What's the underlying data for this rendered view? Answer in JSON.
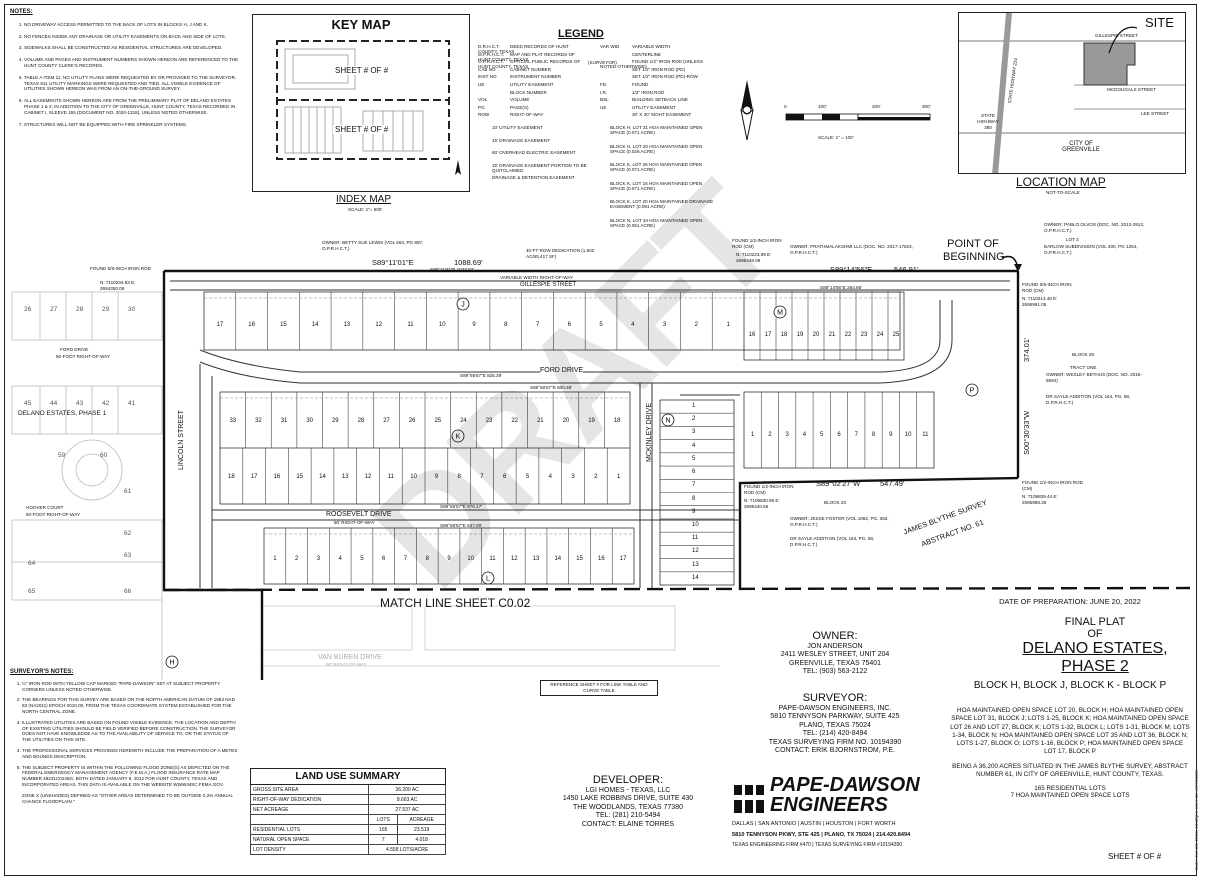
{
  "notes": {
    "title": "NOTES:",
    "items": [
      "NO DRIVEWAY ACCESS PERMITTED TO THE BACK OF LOTS IN BLOCKS H, J AND K.",
      "NO FENCES INSIDE ANY DRAINAGE OR UTILITY EASEMENTS ON BACK AND SIDE OF LOTS.",
      "SIDEWALKS SHALL BE CONSTRUCTED AS RESIDENTIAL STRUCTURES ARE DEVELOPED.",
      "VOLUME AND PAGES AND INSTRUMENT NUMBERS SHOWN HEREON ARE REFERENCED TO THE HUNT COUNTY CLERK'S RECORDS.",
      "TABLE A ITEM 11: NO UTILITY PLANS WERE REQUESTED BY OR PROVIDED TO THE SURVEYOR. TEXAS 811 UTILITY MARKINGS WERE REQUESTED AND TIED. ALL VISIBLE EVIDENCE OF UTILITIES SHOWN HEREON WAS FROM AN ON-THE-GROUND SURVEY.",
      "ALL EASEMENTS SHOWN HEREON ARE FROM THE PRELIMINARY PLAT OF DELANO ESTATES PHASE 1 & 2; IN ADDITION TO THE CITY OF GREENVILLE, HUNT COUNTY, TEXAS RECORDED IN CABINET I, SLEEVE 155 (DOCUMENT NO. 2020-1318), UNLESS NOTED OTHERWISE.",
      "STRUCTURES WILL NOT BE EQUIPPED WITH FIRE SPRINKLER SYSTEMS."
    ]
  },
  "surveyor_notes": {
    "title": "SURVEYOR'S NOTES:",
    "items": [
      "½\" IRON ROD WITH YELLOW CAP MARKED \"PAPE-DAWSON\" SET AT SUBJECT PROPERTY CORNERS UNLESS NOTED OTHERWISE.",
      "THE BEARINGS FOR THIS SURVEY ARE BASED ON THE NORTH AMERICAN DATUM OF 1983 NAD 83 (NA2011) EPOCH 2010.00, FROM THE TEXAS COORDINATE SYSTEM ESTABLISHED FOR THE NORTH CENTRAL ZONE.",
      "ILLUSTRATED UTILITIES ARE BASED ON FOUND VISIBLE EVIDENCE. THE LOCATION AND DEPTH OF EXISTING UTILITIES SHOULD BE FIELD VERIFIED BEFORE CONSTRUCTION. THE SURVEYOR DOES NOT HAVE KNOWLEDGE AS TO THE AVAILABILITY OF SERVICE TO, OR THE STATUS OF THE UTILITIES ON THIS SITE.",
      "THE PROFESSIONAL SERVICES PROVIDED HEREWITH INCLUDE THE PREPARATION OF A METES AND BOUNDS DESCRIPTION.",
      "THE SUBJECT PROPERTY IS WITHIN THE FOLLOWING FLOOD ZONE(S) AS DEPICTED ON THE FEDERAL EMERGENCY MANAGEMENT AGENCY (F.E.M.A.) FLOOD INSURANCE RATE MAP NUMBER 48231C0245G, BOTH DATED JANUARY 6, 2012 FOR HUNT COUNTY, TEXAS AND INCORPORATED AREAS, THIS DATA IS AVAILABLE ON THE WEBSITE WWW.MSC.FEMA.GOV."
    ],
    "zone_note": "ZONE X (UNSHADED) DEFINED AS \"OTHER AREAS DETERMINED TO BE OUTSIDE 0.2% ANNUAL CHANCE FLOODPLAIN.\""
  },
  "keymap": {
    "title": "KEY MAP",
    "sheet1": "SHEET # OF #",
    "sheet2": "SHEET # OF #"
  },
  "index_map": {
    "title": "INDEX MAP",
    "scale": "SCALE: 1\"= 600'"
  },
  "legend": {
    "title": "LEGEND",
    "left": [
      [
        "D.R.H.C.T.",
        "DEED RECORDS OF HUNT COUNTY, TEXAS"
      ],
      [
        "M.P.R.H.C.T.",
        "MAP AND PLAT RECORDS OF HUNT COUNTY, TEXAS"
      ],
      [
        "O.P.R.H.C.T.",
        "OFFICIAL PUBLIC RECORDS OF HUNT COUNTY, TEXAS"
      ],
      [
        "CAB NO",
        "CABINET NUMBER"
      ],
      [
        "INST NO",
        "INSTRUMENT NUMBER"
      ],
      [
        "UE",
        "UTILITY EASEMENT"
      ],
      [
        "",
        "BLOCK NUMBER"
      ],
      [
        "VOL",
        "VOLUME"
      ],
      [
        "PG",
        "PAGE(S)"
      ],
      [
        "ROW",
        "RIGHT-OF-WAY"
      ]
    ],
    "right": [
      [
        "VAR WID",
        "VARIABLE WIDTH"
      ],
      [
        "",
        "CENTERLINE"
      ],
      [
        "",
        "FOUND 1/2\" IRON ROD (UNLESS NOTED OTHERWISE)"
      ],
      [
        "",
        "SET 1/2\" IRON ROD (PD)"
      ],
      [
        "",
        "SET 1/2\" IRON ROD (PD)-ROW"
      ],
      [
        "FD.",
        "FOUND"
      ],
      [
        "I.R.",
        "1/2\" IRON ROD"
      ],
      [
        "BSL",
        "BUILDING SETBACK LINE"
      ],
      [
        "UE",
        "UTILITY EASEMENT"
      ],
      [
        "",
        "30' X 30' SIGHT EASEMENT"
      ]
    ],
    "easements": [
      "10' UTILITY EASEMENT",
      "15' DRAINAGE EASEMENT",
      "60' OVERHEAD ELECTRIC EASEMENT",
      "15' DRAINAGE EASEMENT PORTION TO BE QUITCLAIMED",
      "DRAINAGE & DETENTION EASEMENT"
    ],
    "hoa": [
      "BLOCK H, LOT 31 HOA MAINTAINED OPEN SPACE (0.071 ACRE)",
      "BLOCK H, LOT 20 HOA MAINTAINED OPEN SPACE (0.026 ACRE)",
      "BLOCK K, LOT 26 HOA MAINTAINED OPEN SPACE (0.071 ACRE)",
      "BLOCK K, LOT 16 HOA MAINTAINED OPEN SPACE (0.071 ACRE)",
      "BLOCK K, LOT 20 HOA MAINTAINED DRAINAGE EASEMENT (0.091 ACRE)",
      "BLOCK N, LOT 34 HOA MAINTAINED OPEN SPACE (0.051 ACRE)"
    ],
    "symbol_labels": [
      "L",
      "M",
      "1",
      "2",
      "3",
      "4",
      "5",
      "6",
      "7",
      "8",
      "9",
      "10",
      "11",
      "12"
    ],
    "surveyor_tag": "(SURVEYOR)"
  },
  "scale_bar": {
    "ticks": [
      "0",
      "100'",
      "200'",
      "300'"
    ],
    "label": "SCALE: 1\" = 100'"
  },
  "location_map": {
    "title": "LOCATION MAP",
    "subtitle": "NOT-TO-SCALE",
    "site": "SITE",
    "streets": [
      "GILLESPIE STREET",
      "MCDOUGALS STREET",
      "LEE STREET",
      "STATE HIGHWAY 224"
    ],
    "highway": "STATE HIGHWAY 380",
    "city": "CITY OF GREENVILLE"
  },
  "plat": {
    "labels": {
      "pob": "POINT OF BEGINNING",
      "gillespie": "GILLESPIE STREET",
      "ford_drive": "FORD DRIVE",
      "ford_drive_w": "FORD DRIVE",
      "ford_drive_w_row": "50-FOOT RIGHT-OF-WAY",
      "roosevelt": "ROOSEVELT DRIVE",
      "roosevelt_row": "50' RIGHT-OF-WAY",
      "van_buren": "VAN BUREN DRIVE",
      "van_buren_row": "50' RIGHT-OF-WAY",
      "lincoln": "LINCOLN STREET",
      "mckinley": "MCKINLEY DRIVE",
      "hoover": "HOOVER COURT",
      "hoover_row": "50-FOOT RIGHT-OF-WAY",
      "delano1": "DELANO ESTATES, PHASE 1",
      "match_line": "MATCH LINE SHEET C0.02",
      "survey": "JAMES BLYTHE SURVEY",
      "abstract": "ABSTRACT NO. 61",
      "block29": "BLOCK 29",
      "block23": "BLOCK 23",
      "ref_sheet": "REFERENCE SHEET # FOR LINE TABLE AND CURVE TABLE",
      "var_width_gillespie": "VARIABLE WIDTH RIGHT-OF-WAY",
      "row_dedication": "40-FT ROW DEDICATION (1,502 AC/65,417 SF)"
    },
    "bearings": {
      "north1": "S89°11'01\"E",
      "north1_dist": "1088.69'",
      "north2": "S89°14'56\"E",
      "north2_dist": "546.91'",
      "east": "S00°30'33\"W",
      "east_dist": "374.01'",
      "south": "S89°02'27\"W",
      "south_dist": "547.49'",
      "inner1": "S89°11'01\"E 1023.52'",
      "inner2": "S89°55'57\"E 876.17'",
      "inner3": "S89°56'57\"E 637.00'",
      "inner4": "S89°56'57\"E 600.38'",
      "inner5": "S89°14'56\"E 264.86'",
      "inner6": "S89°56'57\"E 825.39'"
    },
    "owners": [
      "OWNER: BETTY SUE LEWIS (VOL 663, PG 887, O.P.R.H.C.T.)",
      "OWNER: PRATHMALAKSHMI LLC (DOC. NO. 2017-17824, O.P.R.H.C.T.)",
      "OWNER: PABLO OLVOS (DOC. NO. 2012-2913, O.P.R.H.C.T.)",
      "LOT 3",
      "BARLOW SUBDIVISION (VOL 400, PG 1254, O.P.R.H.C.T.)",
      "TRACT ONE",
      "OWNER: WESLEY BETHUS (DOC. NO. 2015-5594)",
      "DR SAYLE ADDITION (VOL 164, PG. 88, D.P.R.H.C.T.)",
      "OWNER: JESSE FOSTER (VOL 1082, PG. 363, O.P.R.H.C.T.)",
      "DR SAYLE ADDITION (VOL 164, PG. 88, D.P.R.H.C.T.)"
    ],
    "found_rods": [
      "FOUND 5/8-INCH IRON ROD",
      "N: 7110234.83 E: 2694350.08",
      "FOUND 1/2-INCH IRON ROD (CM)",
      "N: 7110223.99 E: 2695448.08",
      "FOUND 5/8-INCH IRON ROD (CM)",
      "N: 7110213.48 E: 2695991.05",
      "FOUND 1/2-INCH IRON ROD (CM)",
      "N: 7109839.44 E: 2695988.35",
      "FOUND 1/2-INCH IRON ROD (CM)",
      "N: 7109830.95 E: 2695440.66"
    ],
    "block_letters": [
      "H",
      "J",
      "K",
      "L",
      "M",
      "N",
      "P"
    ],
    "phase1_lots": [
      "26",
      "27",
      "28",
      "29",
      "30",
      "45",
      "44",
      "43",
      "42",
      "41",
      "59",
      "60",
      "61",
      "62",
      "63",
      "64",
      "65",
      "66"
    ],
    "row_lots": [
      [
        "17",
        "16",
        "15",
        "14",
        "13",
        "12",
        "11",
        "10",
        "9",
        "8",
        "7",
        "6",
        "5",
        "4",
        "3",
        "2",
        "1"
      ],
      [
        "33",
        "32",
        "31",
        "30",
        "29",
        "28",
        "27",
        "26",
        "25",
        "24",
        "23",
        "22",
        "21",
        "20",
        "19",
        "18"
      ],
      [
        "18",
        "17",
        "16",
        "15",
        "14",
        "13",
        "12",
        "11",
        "10",
        "9",
        "8",
        "7",
        "6",
        "5",
        "4",
        "3",
        "2",
        "1"
      ],
      [
        "1",
        "2",
        "3",
        "4",
        "5",
        "6",
        "7",
        "8",
        "9",
        "10",
        "11",
        "12",
        "13",
        "14",
        "15",
        "16",
        "17"
      ],
      [
        "1",
        "2",
        "3",
        "4",
        "5",
        "6",
        "7",
        "8",
        "9",
        "10",
        "11",
        "12",
        "13",
        "14"
      ]
    ],
    "k_lots": [
      "16",
      "17",
      "18",
      "19",
      "20",
      "21",
      "22",
      "23",
      "24",
      "25"
    ],
    "n_lots": [
      "1",
      "2",
      "3",
      "4",
      "5",
      "6",
      "7",
      "8",
      "9",
      "10",
      "11"
    ]
  },
  "owner": {
    "title": "OWNER:",
    "lines": [
      "JON ANDERSON",
      "2411 WESLEY STREET, UNIT 204",
      "GREENVILLE, TEXAS 75401",
      "TEL: (903) 563-2122"
    ]
  },
  "surveyor": {
    "title": "SURVEYOR:",
    "lines": [
      "PAPE-DAWSON ENGINEERS, INC.",
      "5810 TENNYSON PARKWAY, SUITE 425",
      "PLANO, TEXAS 75024",
      "TEL: (214) 420-8494",
      "TEXAS SURVEYING FIRM NO. 10194390",
      "CONTACT: ERIK BJORNSTROM, P.E."
    ]
  },
  "developer": {
    "title": "DEVELOPER:",
    "lines": [
      "LGI HOMES - TEXAS, LLC",
      "1450 LAKE ROBBINS DRIVE, SUITE 430",
      "THE WOODLANDS, TEXAS 77380",
      "TEL: (281) 210-5494",
      "CONTACT: ELAINE TORRES"
    ]
  },
  "land_use": {
    "title": "LAND USE SUMMARY",
    "rows": [
      [
        "GROSS SITE AREA",
        "36.200 AC"
      ],
      [
        "RIGHT-OF-WAY DEDICATION",
        "8.663 AC"
      ],
      [
        "NET ACREAGE",
        "27.537 AC"
      ]
    ],
    "sub_headers": [
      "LOTS",
      "ACREAGE"
    ],
    "sub_rows": [
      [
        "RESIDENTIAL LOTS",
        "165",
        "23.519"
      ],
      [
        "NATURAL OPEN SPACE",
        "7",
        "4.018"
      ]
    ],
    "density": [
      "LOT DENSITY",
      "4.558 LOTS/ACRE"
    ]
  },
  "pape_dawson": {
    "name1": "PAPE-DAWSON",
    "name2": "ENGINEERS",
    "cities": "DALLAS | SAN ANTONIO | AUSTIN | HOUSTON | FORT WORTH",
    "address": "5810 TENNYSON PKWY, STE 425 | PLANO, TX 75024 | 214.420.8494",
    "firms": "TEXAS ENGINEERING FIRM #470 | TEXAS SURVEYING FIRM #10194390"
  },
  "title_block": {
    "prep_date": "DATE OF PREPARATION: JUNE 20, 2022",
    "final_plat": "FINAL PLAT",
    "of": "OF",
    "name1": "DELANO ESTATES,",
    "name2": "PHASE 2",
    "blocks": "BLOCK H, BLOCK J, BLOCK K - BLOCK P",
    "hoa_text": "HOA MAINTAINED OPEN SPACE LOT 20, BLOCK H; HOA MAINTAINED OPEN SPACE LOT 31, BLOCK J; LOTS 1-25, BLOCK K; HOA MAINTAINED OPEN SPACE LOT 26 AND LOT 27, BLOCK K; LOTS 1-32, BLOCK L; LOTS 1-31, BLOCK M; LOTS 1-34, BLOCK N; HOA MAINTAINED OPEN SPACE LOT 35 AND LOT 36, BLOCK N; LOTS 1-27, BLOCK O; LOTS 1-16, BLOCK P; HOA MAINTAINED OPEN SPACE LOT 17, BLOCK P",
    "acreage_text": "BEING A 36.200 ACRES SITUATED IN THE JAMES BLYTHE SURVEY, ABSTRACT NUMBER 61, IN CITY OF GREENVILLE, HUNT COUNTY, TEXAS.",
    "residential": "165 RESIDENTIAL LOTS",
    "open_space": "7 HOA MAINTAINED OPEN SPACE LOTS",
    "sheet": "SHEET # OF #",
    "side_stamp": "Date: Jun 20, 2022, 12:49pm User ID: eERSCDE"
  },
  "watermark": "DRAFT"
}
